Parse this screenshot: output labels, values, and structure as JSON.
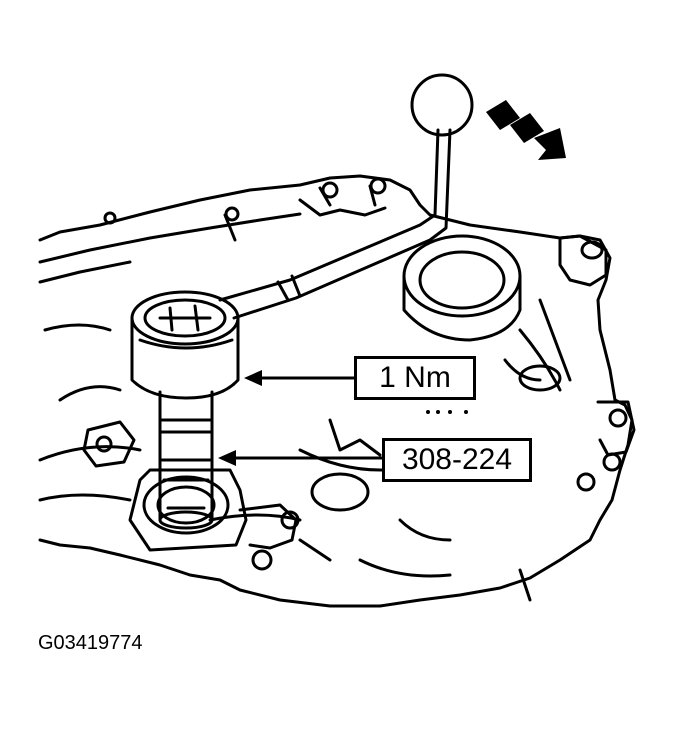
{
  "callouts": {
    "torque": "1 Nm",
    "tool": "308-224"
  },
  "figure_id": "G03419774",
  "colors": {
    "line": "#000000",
    "background": "#ffffff"
  }
}
